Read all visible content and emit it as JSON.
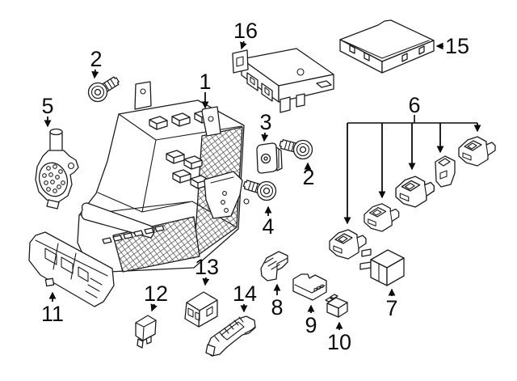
{
  "diagram": {
    "background_color": "#ffffff",
    "line_color": "#1c1c1c",
    "callout_color": "#0c0c0c",
    "callouts": {
      "c1": {
        "label": "1"
      },
      "c2a": {
        "label": "2"
      },
      "c2b": {
        "label": "2"
      },
      "c3": {
        "label": "3"
      },
      "c4": {
        "label": "4"
      },
      "c5": {
        "label": "5"
      },
      "c6": {
        "label": "6"
      },
      "c7": {
        "label": "7"
      },
      "c8": {
        "label": "8"
      },
      "c9": {
        "label": "9"
      },
      "c10": {
        "label": "10"
      },
      "c11": {
        "label": "11"
      },
      "c12": {
        "label": "12"
      },
      "c13": {
        "label": "13"
      },
      "c14": {
        "label": "14"
      },
      "c15": {
        "label": "15"
      },
      "c16": {
        "label": "16"
      }
    }
  }
}
